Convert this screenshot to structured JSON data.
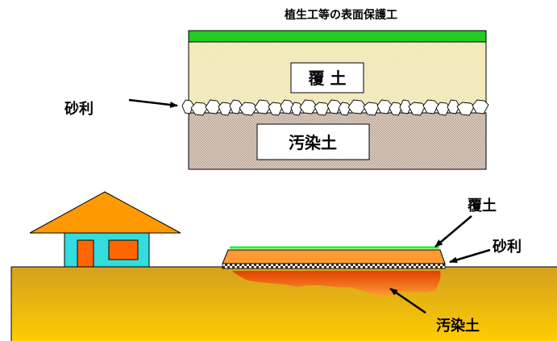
{
  "top_figure": {
    "title": "植生工等の表面保護工",
    "cover_soil_label": "覆 土",
    "gravel_label": "砂利",
    "contaminated_label": "汚染土",
    "colors": {
      "vegetation": "#22cc22",
      "cover_soil": "#f6f0c8",
      "cover_soil_dots": "#d8c87a",
      "gravel": "#ffffff",
      "contaminated": "#dccdc2",
      "contaminated_dots": "#a08878"
    }
  },
  "bottom_figure": {
    "cover_soil_label": "覆土",
    "gravel_label": "砂利",
    "contaminated_label": "汚染土",
    "colors": {
      "ground_top": "#d4a020",
      "ground_bottom": "#ffcc00",
      "house_roof": "#ff9900",
      "house_wall": "#33dddd",
      "house_door": "#ff6600",
      "mound": "#ff9933",
      "vegetation_line": "#33ee33",
      "contamination_top": "#e04000",
      "contamination_bottom": "#ff9933"
    }
  }
}
